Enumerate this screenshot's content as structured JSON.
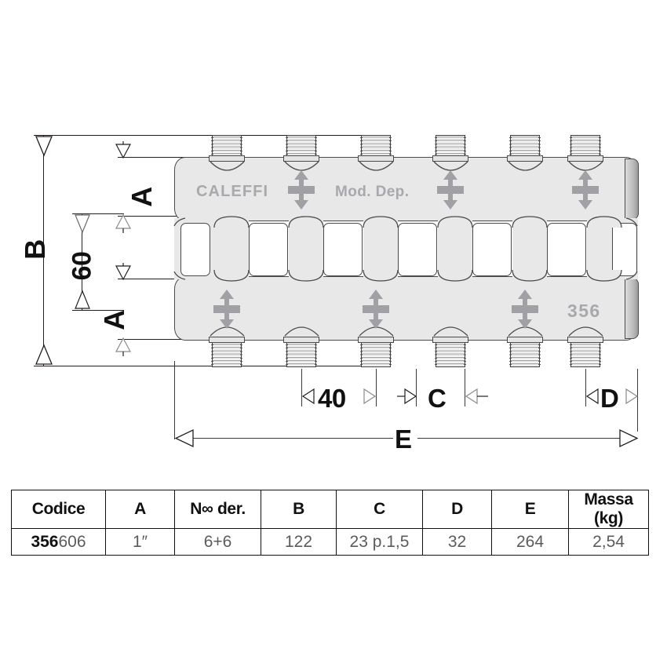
{
  "drawing": {
    "title_hidden": "",
    "brand_label": "CALEFFI",
    "model_label": "Mod. Dep.",
    "series_label": "356",
    "dimensions": {
      "b_label": "B",
      "sixty_label": "60",
      "a_top_label": "A",
      "a_bottom_label": "A",
      "forty_label": "40",
      "c_label": "C",
      "d_label": "D",
      "e_label": "E"
    },
    "ports": {
      "top_count": 6,
      "bottom_count": 6
    },
    "colors": {
      "body_fill": "#e8e8e8",
      "body_stroke": "#4a4a4a",
      "body_text": "#a8a8ad",
      "dimension_line": "#231f20",
      "arrow_mark": "#a0a0a5"
    }
  },
  "table": {
    "headers": [
      "Codice",
      "A",
      "N∞ der.",
      "B",
      "C",
      "D",
      "E",
      "Massa (kg)"
    ],
    "rows": [
      {
        "code_bold": "356",
        "code_rest": "606",
        "a": "1″",
        "n_der": "6+6",
        "b": "122",
        "c": "23 p.1,5",
        "d": "32",
        "e": "264",
        "massa": "2,54"
      }
    ]
  }
}
